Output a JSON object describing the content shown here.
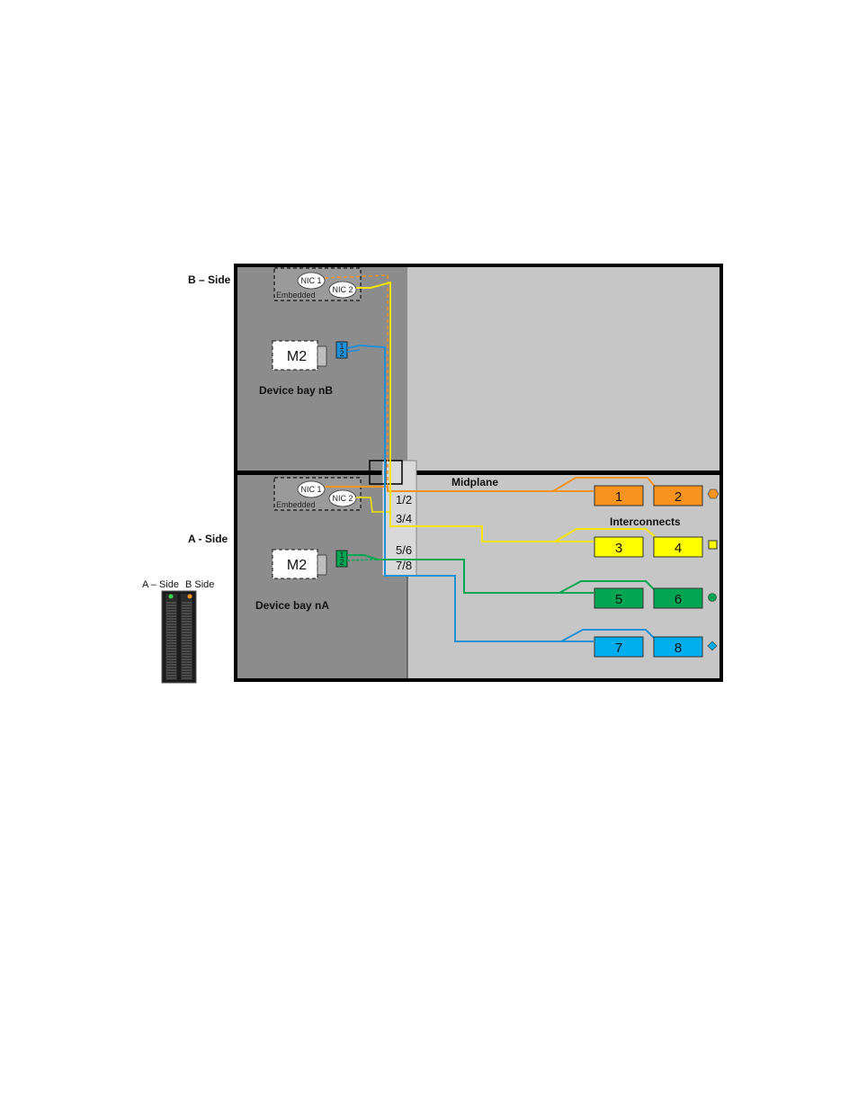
{
  "labels": {
    "b_side": "B – Side",
    "a_side": "A - Side",
    "device_bay_nb": "Device bay nB",
    "device_bay_na": "Device bay nA",
    "midplane": "Midplane",
    "interconnects": "Interconnects",
    "legend_a_side": "A – Side",
    "legend_b_side": "B Side"
  },
  "bay_b": {
    "nic1": "NIC 1",
    "nic2": "NIC 2",
    "embedded": "Embedded",
    "m2": "M2",
    "mezz_ports": [
      "1",
      "2"
    ]
  },
  "bay_a": {
    "nic1": "NIC 1",
    "nic2": "NIC 2",
    "embedded": "Embedded",
    "m2": "M2",
    "mezz_ports": [
      "1",
      "2"
    ]
  },
  "midplane_ports": [
    "1/2",
    "3/4",
    "5/6",
    "7/8"
  ],
  "interconnects": [
    {
      "left": "1",
      "right": "2",
      "color": "#f7931e",
      "marker": "hexagon"
    },
    {
      "left": "3",
      "right": "4",
      "color": "#ffff00",
      "marker": "square"
    },
    {
      "left": "5",
      "right": "6",
      "color": "#00a651",
      "marker": "circle"
    },
    {
      "left": "7",
      "right": "8",
      "color": "#00aeef",
      "marker": "diamond"
    }
  ],
  "colors": {
    "orange": "#f7931e",
    "yellow": "#f5e400",
    "green": "#00a651",
    "blue": "#1f8fd6",
    "enclosure_left": "#8c8c8c",
    "enclosure_right": "#c8c8c8"
  }
}
